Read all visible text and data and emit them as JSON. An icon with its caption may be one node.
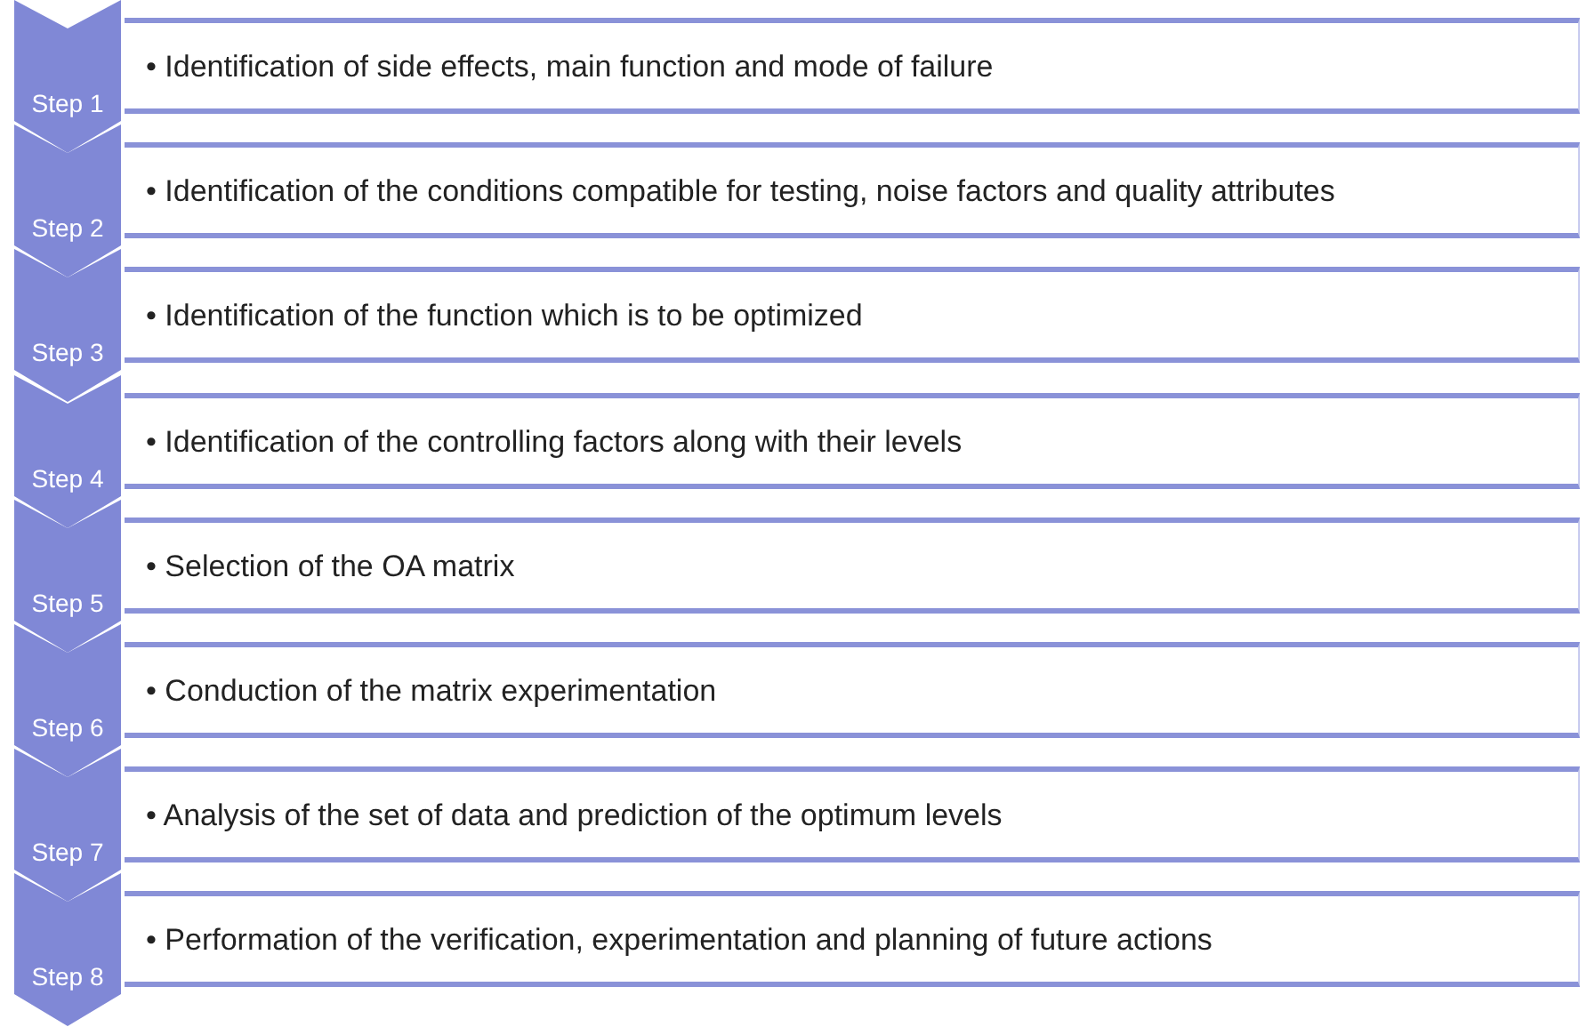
{
  "diagram": {
    "nodes": [
      {
        "text": [
          "Step 1"
        ]
      },
      {
        "text": [
          "• Identification of side effects, main function and mode of failure"
        ]
      },
      {
        "text": [
          "Step 2"
        ]
      },
      {
        "text": [
          "• Identification of the conditions compatible for testing, noise factors and quality attributes"
        ]
      },
      {
        "text": [
          "Step 3"
        ]
      },
      {
        "text": [
          "• Identification of the function which is to be optimized"
        ]
      },
      {
        "text": [
          "Step 4"
        ]
      },
      {
        "text": [
          "• Identification of the controlling factors along with their levels"
        ]
      },
      {
        "text": [
          "Step 5"
        ]
      },
      {
        "text": [
          "• Selection of the OA matrix"
        ]
      },
      {
        "text": [
          "Step 6"
        ]
      },
      {
        "text": [
          "• Conduction of the matrix experimentation"
        ]
      },
      {
        "text": [
          "Step 7"
        ]
      },
      {
        "text": [
          "• Analysis of the set of data and prediction of the optimum levels"
        ]
      },
      {
        "text": [
          "Step 8"
        ]
      },
      {
        "text": [
          "• Performation of the verification, experimentation and planning of future actions"
        ]
      }
    ]
  }
}
